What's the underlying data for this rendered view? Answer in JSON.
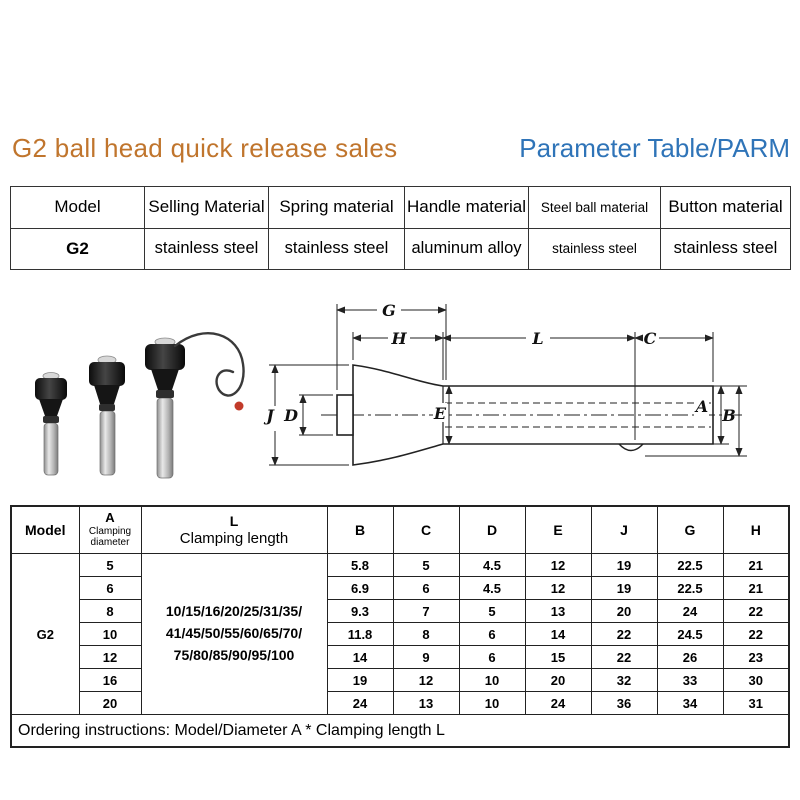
{
  "header": {
    "title_left": "G2 ball head quick release sales",
    "title_right": "Parameter Table/PARM",
    "title_left_color": "#c0752d",
    "title_right_color": "#2f74b8"
  },
  "materials_table": {
    "headers": [
      "Model",
      "Selling Material",
      "Spring material",
      "Handle material",
      "Steel ball material",
      "Button material"
    ],
    "row": [
      "G2",
      "stainless steel",
      "stainless steel",
      "aluminum alloy",
      "stainless steel",
      "stainless steel"
    ]
  },
  "diagram": {
    "labels": {
      "g": "G",
      "h": "H",
      "l": "L",
      "c": "C",
      "j": "J",
      "d": "D",
      "e": "E",
      "a": "A",
      "b": "B"
    }
  },
  "param_table": {
    "header": {
      "model": "Model",
      "a_letter": "A",
      "a_sub": "Clamping diameter",
      "l_letter": "L",
      "l_sub": "Clamping length",
      "cols": [
        "B",
        "C",
        "D",
        "E",
        "J",
        "G",
        "H"
      ]
    },
    "model_value": "G2",
    "clamping_length_lines": [
      "10/15/16/20/25/31/35/",
      "41/45/50/55/60/65/70/",
      "75/80/85/90/95/100"
    ],
    "rows": [
      {
        "a": "5",
        "b": "5.8",
        "c": "5",
        "d": "4.5",
        "e": "12",
        "j": "19",
        "g": "22.5",
        "h": "21"
      },
      {
        "a": "6",
        "b": "6.9",
        "c": "6",
        "d": "4.5",
        "e": "12",
        "j": "19",
        "g": "22.5",
        "h": "21"
      },
      {
        "a": "8",
        "b": "9.3",
        "c": "7",
        "d": "5",
        "e": "13",
        "j": "20",
        "g": "24",
        "h": "22"
      },
      {
        "a": "10",
        "b": "11.8",
        "c": "8",
        "d": "6",
        "e": "14",
        "j": "22",
        "g": "24.5",
        "h": "22"
      },
      {
        "a": "12",
        "b": "14",
        "c": "9",
        "d": "6",
        "e": "15",
        "j": "22",
        "g": "26",
        "h": "23"
      },
      {
        "a": "16",
        "b": "19",
        "c": "12",
        "d": "10",
        "e": "20",
        "j": "32",
        "g": "33",
        "h": "30"
      },
      {
        "a": "20",
        "b": "24",
        "c": "13",
        "d": "10",
        "e": "24",
        "j": "36",
        "g": "34",
        "h": "31"
      }
    ],
    "footer": "Ordering instructions: Model/Diameter A * Clamping length L"
  }
}
